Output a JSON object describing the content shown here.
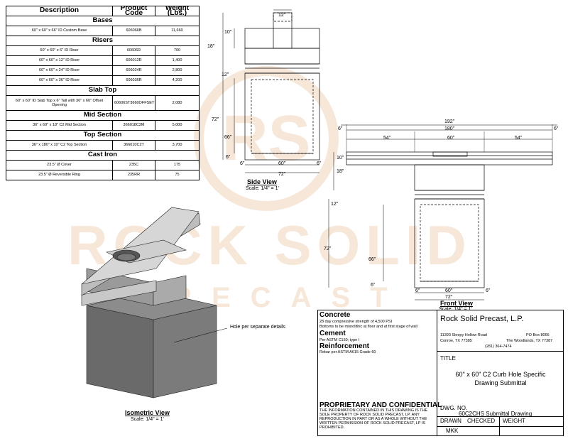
{
  "table": {
    "headers": [
      "Description",
      "Product Code",
      "Weight (Lbs.)"
    ],
    "sections": [
      {
        "name": "Bases",
        "rows": [
          [
            "60\" x 60\" x 66\" ID Custom Base",
            "606066B",
            "11,660"
          ]
        ]
      },
      {
        "name": "Risers",
        "rows": [
          [
            "60\" x 60\" x 6\" ID Riser",
            "60606R",
            "700"
          ],
          [
            "60\" x 60\" x 12\" ID Riser",
            "606012R",
            "1,400"
          ],
          [
            "60\" x 60\" x 24\" ID Riser",
            "606024R",
            "2,800"
          ],
          [
            "60\" x 60\" x 36\" ID Riser",
            "606036R",
            "4,200"
          ]
        ]
      },
      {
        "name": "Slab Top",
        "rows": [
          [
            "60\" x 60\" ID Slab Top x 6\" Tall with 36\" x 60\" Offset Opening",
            "60606ST3660OFFSET",
            "2,080"
          ]
        ]
      },
      {
        "name": "Mid Section",
        "rows": [
          [
            "36\" x 60\" x 18\" C2 Mid Section",
            "366018C2M",
            "5,000"
          ]
        ]
      },
      {
        "name": "Top Section",
        "rows": [
          [
            "36\" x 180\" x 10\" C2 Top Section",
            "366010C2T",
            "3,700"
          ]
        ]
      },
      {
        "name": "Cast Iron",
        "rows": [
          [
            "23.5\" Ø Cover",
            "235C",
            "175"
          ],
          [
            "23.5\" Ø Reversible Ring",
            "235RR",
            "75"
          ]
        ]
      }
    ]
  },
  "side_view": {
    "title": "Side View",
    "scale": "Scale: 1/4\" = 1'",
    "dims": {
      "top_w": "12\"",
      "top_h": "10\"",
      "mid_h": "18\"",
      "riser": "12\"",
      "base_h": "72\"",
      "inner_h": "66\"",
      "wall_b": "6\"",
      "wall_l": "6\"",
      "inner_w": "60\"",
      "wall_r": "6\"",
      "outer_w": "72\""
    }
  },
  "front_view": {
    "title": "Front View",
    "scale": "Scale: 1/4\" = 1'",
    "dims": {
      "overall": "192\"",
      "top_len": "180\"",
      "end_l": "6\"",
      "end_r": "6\"",
      "span_l": "54\"",
      "center": "60\"",
      "span_r": "54\"",
      "top_h": "10\"",
      "mid_h": "18\"",
      "riser": "12\"",
      "base_h": "72\"",
      "inner_h": "66\"",
      "wall_b": "6\"",
      "wall_l": "6\"",
      "inner_w": "60\"",
      "wall_r": "6\"",
      "outer_w": "72\""
    }
  },
  "iso_view": {
    "title": "Isometric View",
    "scale": "Scale: 1/4\" = 1'",
    "callout": "Hole per separate details"
  },
  "watermark": {
    "line1": "ROCK SOLID",
    "line2": "PRECAST",
    "monogram": "RS"
  },
  "notes": {
    "concrete_h": "Concrete",
    "concrete_1": "28 day compressive strength of 4,500 PSI",
    "concrete_2": "Bottoms to be monolithic at floor and at first stage of wall",
    "cement_h": "Cement",
    "cement_1": "Per ASTM C150; type I",
    "rebar_h": "Reinforcement",
    "rebar_1": "Rebar per ASTM A615 Grade 60",
    "prop_h": "PROPRIETARY AND CONFIDENTIAL",
    "prop_1": "THE INFORMATION CONTAINED IN THIS DRAWING IS THE",
    "prop_2": "SOLE PROPERTY OF ROCK SOLID PRECAST, LP.  ANY",
    "prop_3": "REPRODUCTION IN PART OR AS A WHOLE WITHOUT THE",
    "prop_4": "WRITTEN PERMISSION OF ROCK SOLID PRECAST, LP IS",
    "prop_5": "PROHIBITED."
  },
  "company": {
    "name": "Rock Solid Precast, L.P.",
    "addr1": "11393 Sleepy Hollow Road",
    "addr2": "Conroe, TX 77385",
    "po1": "PO Box 8066",
    "po2": "The Woodlands, TX 77387",
    "phone": "(281) 364-7474"
  },
  "title_block": {
    "title_label": "TITLE",
    "title_1": "60\" x 60\" C2 Curb Hole Specific",
    "title_2": "Drawing Submittal",
    "dwg_label": "DWG.  NO.",
    "dwg_value": "60C2CHS Submittal Drawing",
    "drawn_label": "DRAWN",
    "checked_label": "CHECKED",
    "weight_label": "WEIGHT",
    "drawn_value": "MKK"
  },
  "colors": {
    "watermark": "#f2dcc8",
    "concrete_dark": "#6d6d6d",
    "concrete_light": "#b5b5b5"
  }
}
